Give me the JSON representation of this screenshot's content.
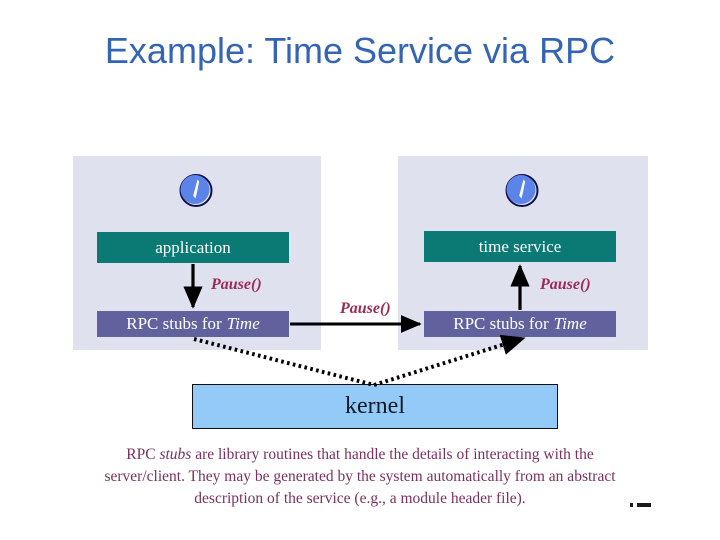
{
  "slide": {
    "title": "Example: Time Service via RPC",
    "title_color": "#3465b4"
  },
  "diagram": {
    "type": "rpc-architecture",
    "panels": [
      {
        "name": "client-host",
        "clock_icon": "clock-icon",
        "boxes": [
          {
            "name": "application",
            "label": "application",
            "color": "#0b7a75"
          },
          {
            "name": "rpc-stubs-client",
            "label_prefix": "RPC stubs for ",
            "label_italic": "Time",
            "color": "#61619e"
          }
        ]
      },
      {
        "name": "server-host",
        "clock_icon": "clock-icon",
        "boxes": [
          {
            "name": "time-service",
            "label": "time service",
            "color": "#0b7a75"
          },
          {
            "name": "rpc-stubs-server",
            "label_prefix": "RPC stubs for ",
            "label_italic": "Time",
            "color": "#61619e"
          }
        ]
      }
    ],
    "kernel": {
      "label": "kernel",
      "color": "#93caf8"
    },
    "edge_labels": {
      "client_down": "Pause()",
      "middle_across": "Pause()",
      "server_up": "Pause()"
    },
    "edge_label_color": "#9e2a52"
  },
  "caption": {
    "prefix": "RPC ",
    "italic": "stubs",
    "rest": " are library routines that handle the details of interacting with the server/client.  They may be generated by the system automatically from an abstract description of the service (e.g., a module header file).",
    "color": "#7b3060"
  }
}
